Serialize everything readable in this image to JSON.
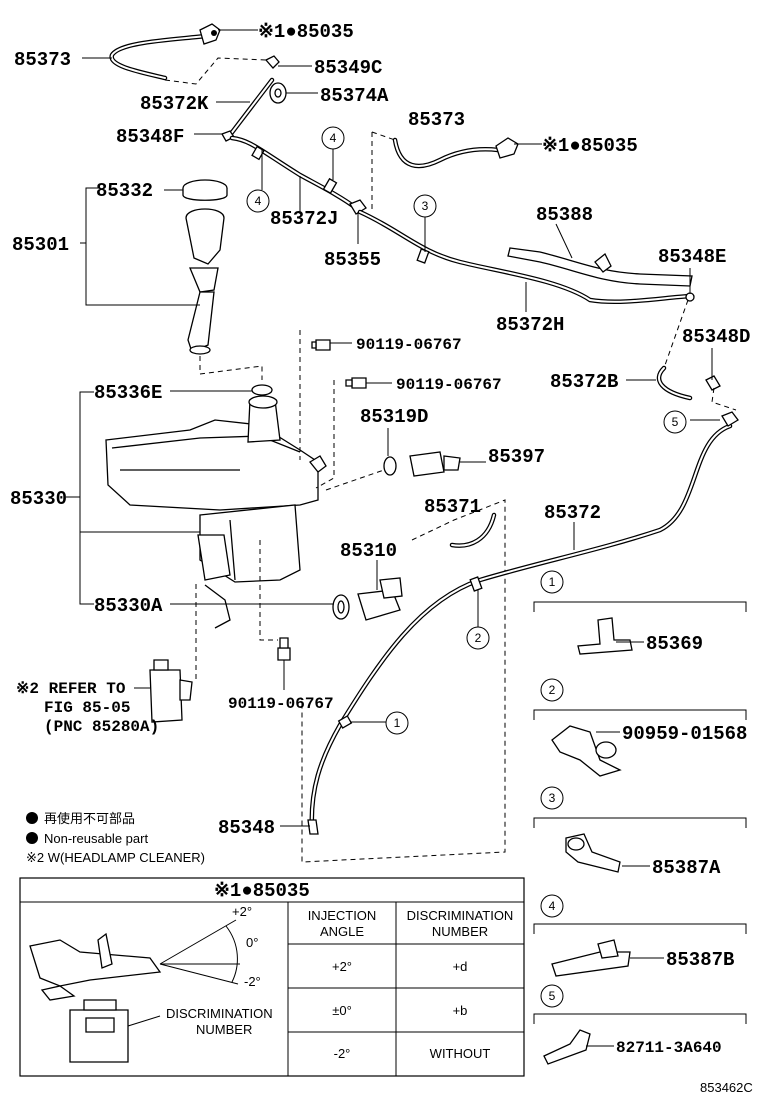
{
  "labels": {
    "p85035_top": "※1●85035",
    "p85373_top": "85373",
    "p85349c": "85349C",
    "p85372k": "85372K",
    "p85374a": "85374A",
    "p85348f": "85348F",
    "p85373_mid": "85373",
    "p85035_mid": "※1●85035",
    "p85332": "85332",
    "p85372j": "85372J",
    "p85355": "85355",
    "p85388": "85388",
    "p85348e": "85348E",
    "p85301": "85301",
    "p85372h": "85372H",
    "p90119_1": "90119-06767",
    "p85348d": "85348D",
    "p90119_2": "90119-06767",
    "p85372b": "85372B",
    "p85336e": "85336E",
    "p85319d": "85319D",
    "p85397": "85397",
    "p85330": "85330",
    "p85371": "85371",
    "p85372": "85372",
    "p85310": "85310",
    "p85330a": "85330A",
    "p90119_3": "90119-06767",
    "p85348": "85348",
    "refer_line1": "※2 REFER TO",
    "refer_line2": "FIG 85-05",
    "refer_line3": "(PNC 85280A)",
    "p85369": "85369",
    "p90959": "90959-01568",
    "p85387a": "85387A",
    "p85387b": "85387B",
    "p82711": "82711-3A640",
    "fig_number": "853462C"
  },
  "callouts": [
    "1",
    "2",
    "3",
    "4",
    "5"
  ],
  "legend": {
    "jp_text": "再使用不可部品",
    "en_text": "Non-reusable part",
    "note2": "※2 W(HEADLAMP CLEANER)"
  },
  "table": {
    "title": "※1●85035",
    "col1_line1": "INJECTION",
    "col1_line2": "ANGLE",
    "col2_line1": "DISCRIMINATION",
    "col2_line2": "NUMBER",
    "rows": [
      {
        "angle": "+2°",
        "number": "+d"
      },
      {
        "angle": "±0°",
        "number": "+b"
      },
      {
        "angle": "-2°",
        "number": "WITHOUT"
      }
    ],
    "angle_top": "+2°",
    "angle_mid": "0°",
    "angle_bot": "-2°",
    "disc_label1": "DISCRIMINATION",
    "disc_label2": "NUMBER"
  }
}
